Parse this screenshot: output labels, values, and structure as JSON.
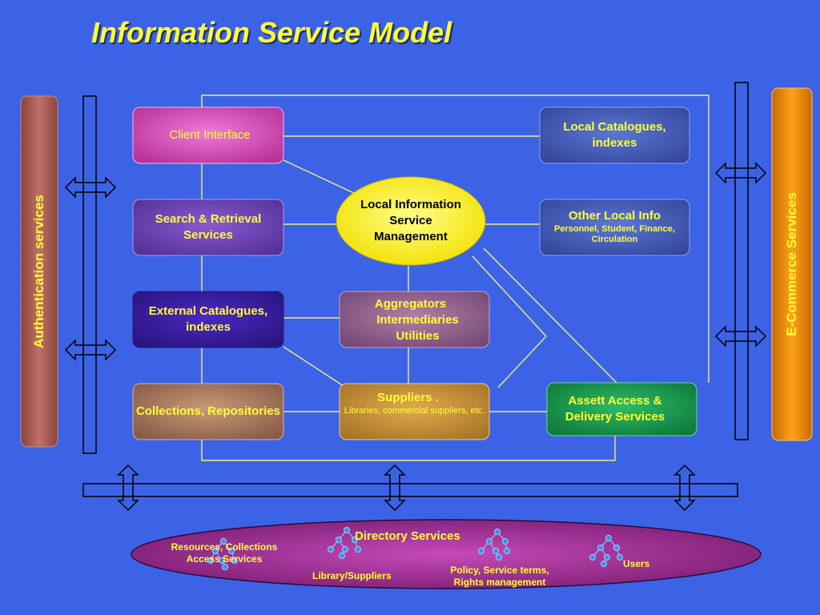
{
  "title": "Information Service Model",
  "side_bars": {
    "left": "Authentication services",
    "right": "E-Commerce Services"
  },
  "nodes": {
    "client_interface": "Client  Interface",
    "search_retrieval": [
      "Search & Retrieval",
      "Services"
    ],
    "external_catalogues": [
      "External Catalogues,",
      "indexes"
    ],
    "collections": "Collections, Repositories",
    "local_info_mgmt": [
      "Local Information",
      "Service",
      "Management"
    ],
    "aggregators": [
      "Aggregators",
      "Intermediaries",
      "Utilities"
    ],
    "suppliers": {
      "title": "Suppliers .",
      "subtitle": "Libraries, commercial suppliers, etc."
    },
    "local_catalogues": [
      "Local Catalogues,",
      "indexes"
    ],
    "other_local_info": {
      "title": "Other Local Info",
      "subtitle": [
        "Personnel, Student, Finance,",
        "Circulation"
      ]
    },
    "asset_access": [
      "Assett Access &",
      "Delivery Services"
    ]
  },
  "directory": {
    "title": "Directory Services",
    "resources": [
      "Resources, Collections",
      "Access Services"
    ],
    "library": "Library/Suppliers",
    "policy": [
      "Policy, Service  terms,",
      "Rights management"
    ],
    "users": "Users"
  },
  "colors": {
    "background": "#3c63e6",
    "text": "#ffff33",
    "connector": "#f2ee7a"
  }
}
